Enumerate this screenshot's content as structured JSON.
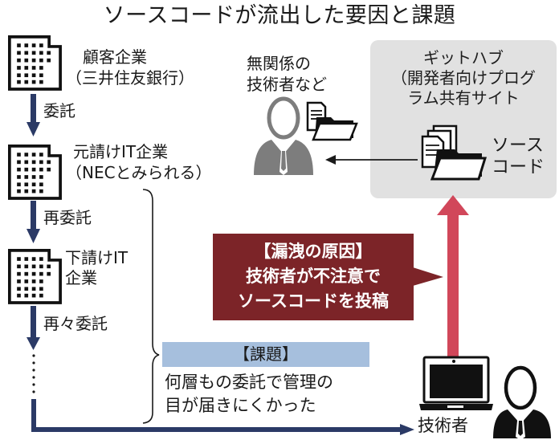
{
  "title": "ソースコードが流出した要因と課題",
  "colors": {
    "navy": "#2b3a66",
    "cause_bg": "#7c2428",
    "upload_arrow": "#d1475a",
    "issue_bg": "#a6bfdd",
    "github_bg": "#e1e1e1",
    "unrelated_person": "#7d7d7d"
  },
  "chain": {
    "client": {
      "name": "顧客企業",
      "detail": "（三井住友銀行）",
      "icon": "building-icon"
    },
    "step1_label": "委託",
    "prime_contractor": {
      "name": "元請けIT企業",
      "detail": "（NECとみられる）",
      "icon": "building-icon"
    },
    "step2_label": "再委託",
    "subcontractor": {
      "name_line1": "下請けIT",
      "name_line2": "企業",
      "icon": "building-icon"
    },
    "step3_label": "再々委託",
    "engineer_label": "技術者"
  },
  "unrelated": {
    "line1": "無関係の",
    "line2": "技術者など",
    "icon": "person-icon"
  },
  "github": {
    "name": "ギットハブ",
    "desc_line1": "（開発者向けプログ",
    "desc_line2": "ラム共有サイト",
    "source_line1": "ソース",
    "source_line2": "コード",
    "icon": "folder-documents-icon"
  },
  "cause": {
    "heading": "【漏洩の原因】",
    "line1": "技術者が不注意で",
    "line2": "ソースコードを投稿"
  },
  "issue": {
    "heading": "【課題】",
    "line1": "何層もの委託で管理の",
    "line2": "目が届きにくかった"
  }
}
